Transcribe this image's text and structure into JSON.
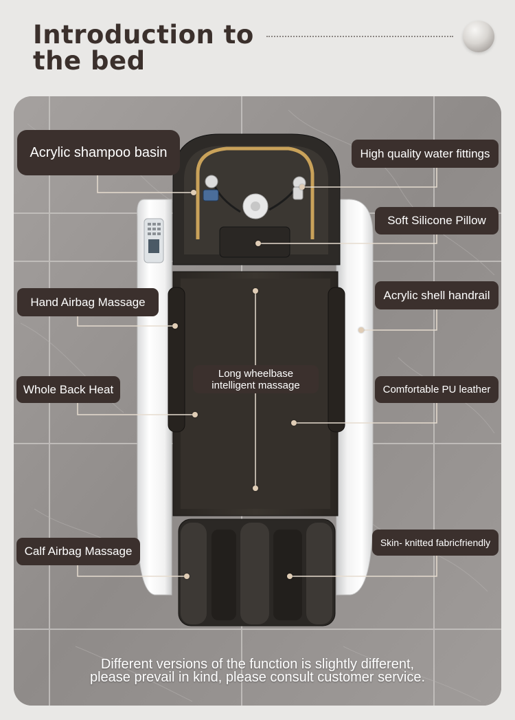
{
  "header": {
    "title_line1": "Introduction to",
    "title_line2": "the bed"
  },
  "callouts": {
    "acrylic_shampoo_basin": "Acrylic shampoo basin",
    "high_quality_water_fittings": "High quality water fittings",
    "soft_silicone_pillow": "Soft Silicone Pillow",
    "hand_airbag_massage": "Hand Airbag Massage",
    "acrylic_shell_handrail": "Acrylic shell handrail",
    "long_wheelbase_line1": "Long wheelbase",
    "long_wheelbase_line2": "intelligent massage",
    "whole_back_heat": "Whole Back Heat",
    "comfortable_pu_leather": "Comfortable PU leather",
    "calf_airbag_massage": "Calf Airbag Massage",
    "skin_knitted_fabric": "Skin- knitted fabricfriendly"
  },
  "footer": {
    "line1": "Different versions of the function is slightly different,",
    "line2": "please prevail in kind, please consult customer service."
  },
  "colors": {
    "callout_bg": "#3b302d",
    "title": "#3b302c",
    "page_bg": "#e9e8e6",
    "leader_line": "#e6dccf",
    "gold_faucet": "#c9a25a"
  }
}
